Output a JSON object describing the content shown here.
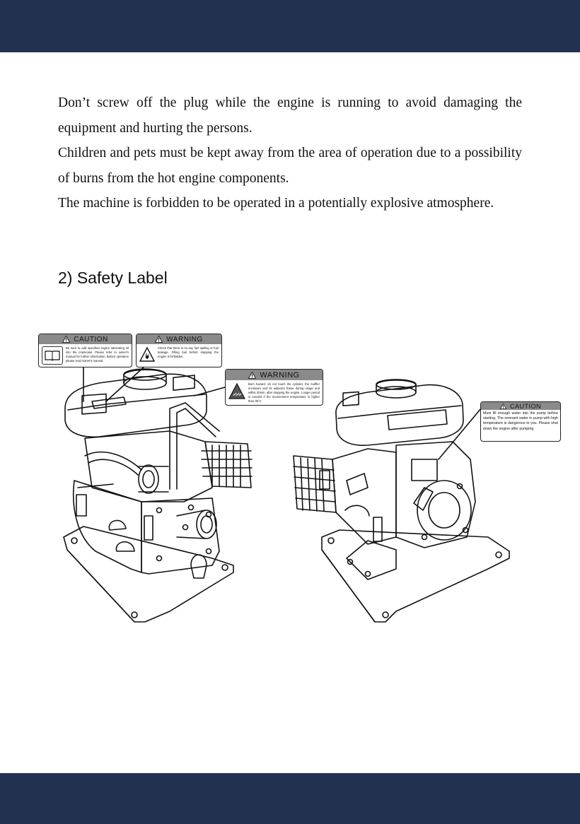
{
  "paragraphs": [
    "Don’t screw off the plug while the engine is running to avoid damaging the equipment and hurting the persons.",
    "Children and pets must be kept away from the area of operation due to a possibility of burns from the hot engine components.",
    "The machine is forbidden to be operated in a potentially explosive atmosphere."
  ],
  "section_heading": "2) Safety Label",
  "labels": {
    "caution_manual": {
      "header": "CAUTION",
      "text": "Be sure to add specified engine lubricating oil into the crankcase. Please refer to owner's manual for further information. Before operation please read owner's manual.",
      "icon": "manual-book-icon"
    },
    "warning_fuel": {
      "header": "WARNING",
      "text": "Check that there is no any fuel spilling or fuel leakage. Filling fuel before stopping the engine is forbidden.",
      "icon": "fire-icon"
    },
    "warning_hot": {
      "header": "WARNING",
      "text": "Burn hazard. do not touch the cylinder, the muffler enclosure and its adjacent frame during usage and within 30min. after stopping the engine. Longer period is needed if the environment temperature is higher than 35°C",
      "icon": "hot-surface-icon"
    },
    "caution_water": {
      "header": "CAUTION",
      "text": "Must fill enough water into the pump before starting. The remnant water in pump with high temperature is dangerous to you. Please shut down the engine after pumping.",
      "icon": "warning-triangle-icon"
    }
  },
  "colors": {
    "band": "#22314f",
    "label_header": "#8a8a8a"
  }
}
